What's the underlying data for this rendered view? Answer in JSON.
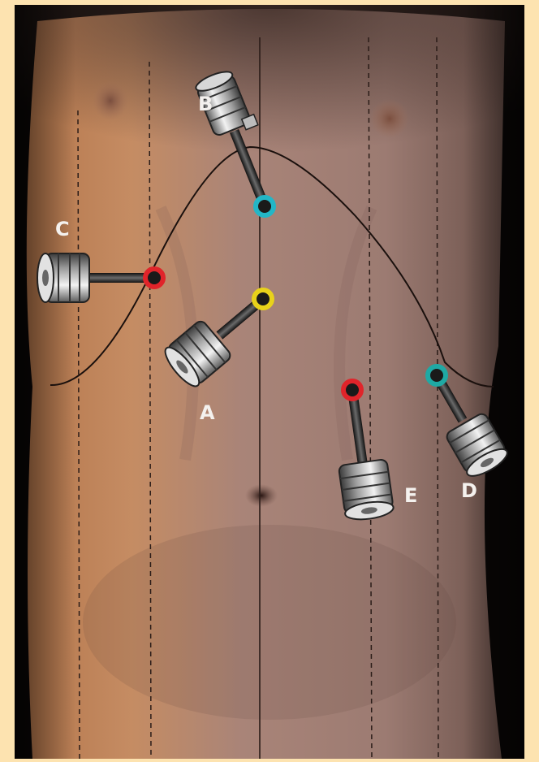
{
  "ports": [
    {
      "id": "A",
      "label": "A",
      "ring_color": "#e8d21a"
    },
    {
      "id": "B",
      "label": "B",
      "ring_color": "#23b6c6"
    },
    {
      "id": "C",
      "label": "C",
      "ring_color": "#e0242a"
    },
    {
      "id": "D",
      "label": "D",
      "ring_color": "#1fa9a4"
    },
    {
      "id": "E",
      "label": "E",
      "ring_color": "#e0242a"
    }
  ],
  "colors": {
    "page_border": "#fde3b0",
    "background": "#0a0706",
    "skin_light": "#c98a5e",
    "skin_mid": "#a9837a",
    "skin_shadow": "#7c5f57",
    "guide_line": "#2a1c18",
    "label_text": "#f4f1ee"
  }
}
